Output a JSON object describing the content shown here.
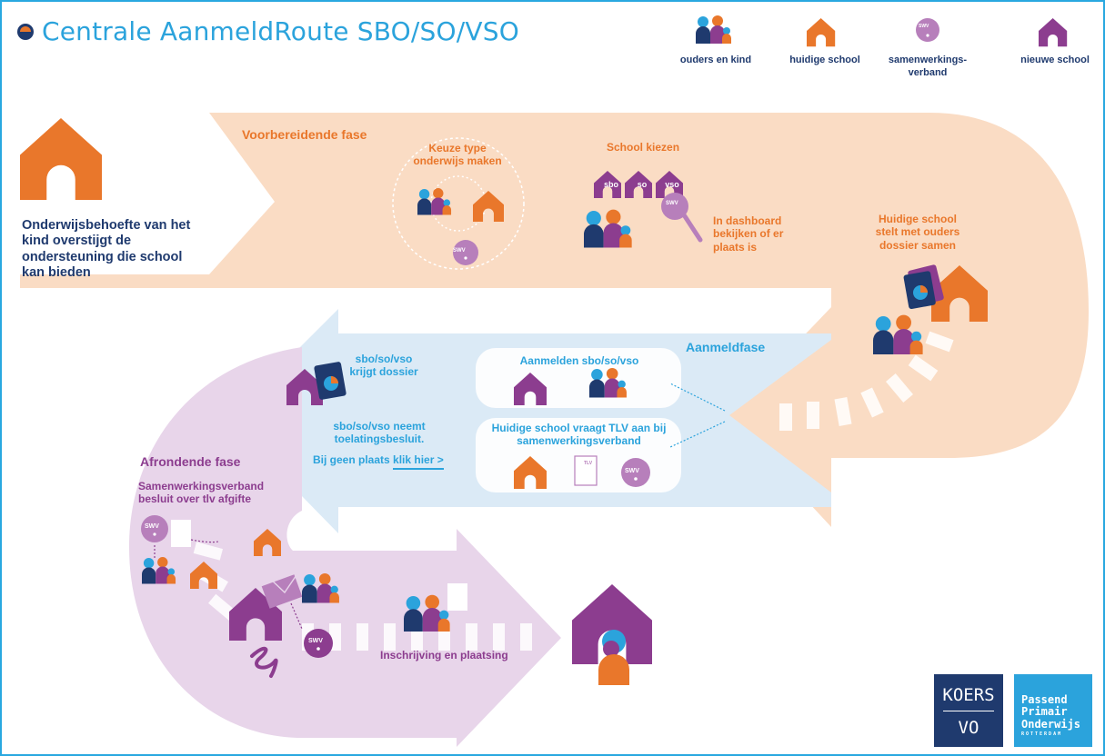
{
  "title": "Centrale AanmeldRoute SBO/SO/VSO",
  "legend": {
    "ouders": "ouders en kind",
    "huidige": "huidige school",
    "swv": "samenwerkings-\nverband",
    "nieuwe": "nieuwe school"
  },
  "intro": "Onderwijsbehoefte van het kind overstijgt de ondersteuning die school kan bieden",
  "phases": {
    "voorbereidend": "Voorbereidende fase",
    "aanmeld": "Aanmeldfase",
    "afrondend": "Afrondende fase"
  },
  "steps": {
    "keuze": "Keuze type onderwijs maken",
    "school_kiezen": "School kiezen",
    "dashboard": "In dashboard bekijken of er plaats is",
    "dossier_samen": "Huidige school stelt met ouders dossier samen",
    "aanmelden": "Aanmelden sbo/so/vso",
    "tlv_aanvraag": "Huidige school vraagt TLV aan bij samenwerkingsverband",
    "krijgt_dossier": "sbo/so/vso krijgt dossier",
    "toelating": "sbo/so/vso neemt toelatingsbesluit.",
    "geen_plaats_pre": "Bij geen plaats ",
    "geen_plaats_link": "klik hier >",
    "swv_besluit": "Samenwerkingsverband besluit over tlv afgifte",
    "inschrijving": "Inschrijving en plaatsing"
  },
  "icon_labels": {
    "sbo": "sbo",
    "so": "so",
    "vso": "vso",
    "swv": "SWV",
    "tlv": "TLV"
  },
  "logos": {
    "koers_top": "KOERS",
    "koers_bottom": "VO",
    "ppo_1": "Passend",
    "ppo_2": "Primair",
    "ppo_3": "Onderwijs",
    "ppo_4": "ROTTERDAM"
  },
  "colors": {
    "accent_blue": "#2ba3dc",
    "navy": "#1f3a6e",
    "orange": "#e9772b",
    "purple": "#8c3d8f",
    "lilac": "#b77fbb",
    "peach_band": "#fadcc4",
    "blue_band": "#dbeaf6",
    "lilac_band": "#e8d5ea"
  }
}
